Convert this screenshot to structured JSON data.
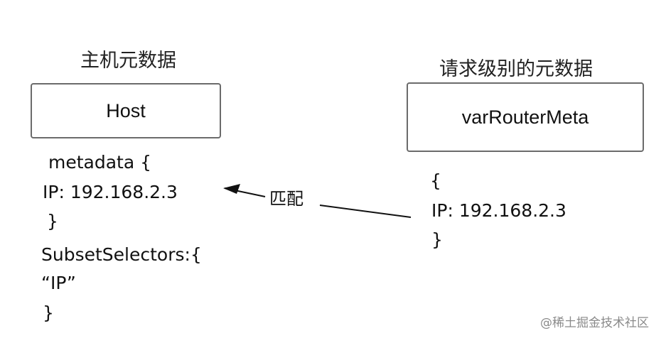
{
  "host_section": {
    "heading": "主机元数据",
    "box_label": "Host",
    "lines": [
      "metadata {",
      "IP: 192.168.2.3",
      "}",
      "SubsetSelectors:{",
      "“IP”",
      "}"
    ]
  },
  "request_section": {
    "heading": "请求级别的元数据",
    "box_label": "varRouterMeta",
    "lines": [
      "{",
      "IP: 192.168.2.3",
      "}"
    ]
  },
  "match_label": "匹配",
  "watermark": "@稀土掘金技术社区"
}
